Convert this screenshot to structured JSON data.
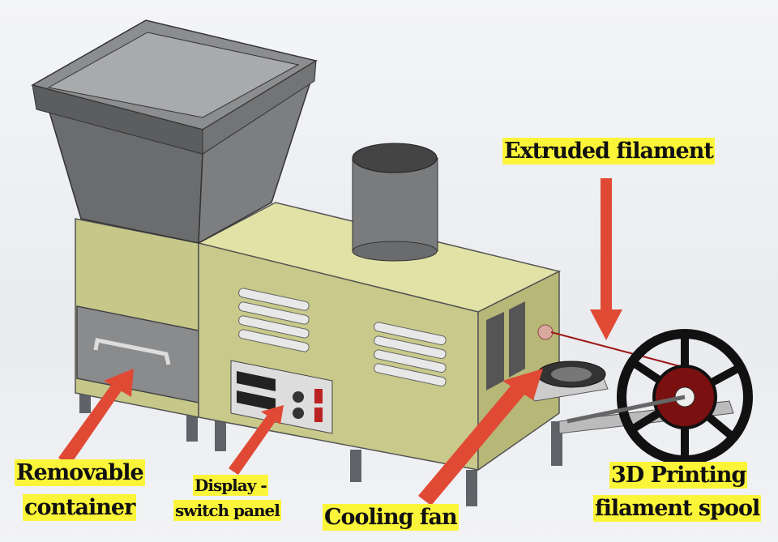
{
  "labels": {
    "extruded_filament": "Extruded filament",
    "removable_container": [
      "Removable",
      "container"
    ],
    "display_switch_panel": [
      "Display -",
      "switch panel"
    ],
    "cooling_fan": "Cooling fan",
    "filament_spool": [
      "3D Printing",
      "filament spool"
    ]
  },
  "colors": {
    "label_highlight": "#fbf53a",
    "arrow": "#e04a35",
    "body": "#c9c98b",
    "metal": "#6d6e70"
  }
}
